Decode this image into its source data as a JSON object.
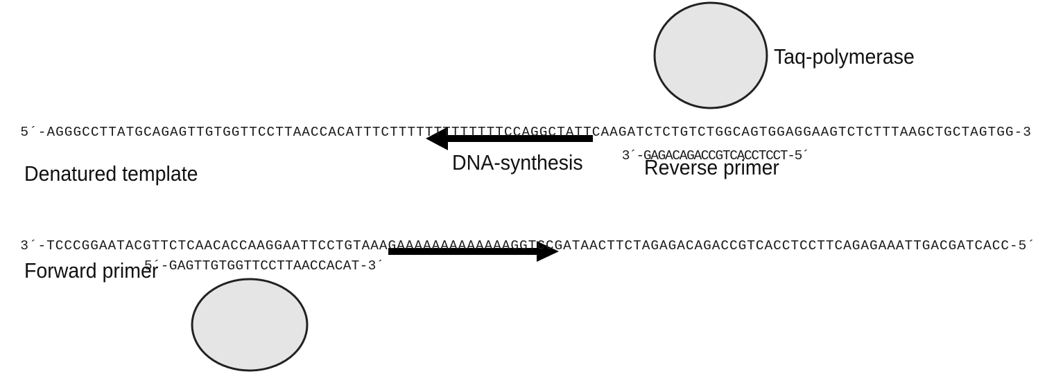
{
  "diagram": {
    "title": "PCR primer annealing and extension",
    "colors": {
      "polymerase_fill": "#e6e5e6",
      "outline": "#222222",
      "text": "#111111",
      "arrow": "#000000"
    },
    "top_strand": {
      "prefix": "5´-",
      "sequence": "AGGGCCTTATGCAGAGTTGTGGTTCCTTAACCACATTTCTTTTTTTTTTTTTCCAGGCTATTCAAGATCTCTGTCTGGCAGTGGAGGAAGTCTCTTTAAGCTGCTAGTGG",
      "suffix": "-3"
    },
    "bottom_strand": {
      "prefix": "3´-",
      "sequence": "TCCCGGAATACGTTCTCAACACCAAGGAATTCCTGTAAAGAAAAAAAAAAAAAGGTCCGATAACTTCTAGAGACAGACCGTCACCTCCTTCAGAGAAATTGACGATCACC",
      "suffix": "-5´"
    },
    "reverse_primer": {
      "prefix": "3´-",
      "sequence": "GAGACAGACCGTCACCTCCT",
      "suffix": "-5´",
      "label": "Reverse primer"
    },
    "forward_primer": {
      "prefix": "5´-",
      "sequence": "GAGTTGTGGTTCCTTAACCACAT",
      "suffix": "-3´",
      "label": "Forward primer"
    },
    "labels": {
      "polymerase": "Taq-polymerase",
      "synthesis": "DNA-synthesis",
      "template": "Denatured template"
    },
    "icons": {
      "polymerase_top": "taq-polymerase-ellipse",
      "polymerase_bottom": "taq-polymerase-ellipse",
      "arrow_left": "synthesis-arrow-left",
      "arrow_right": "synthesis-arrow-right"
    }
  }
}
